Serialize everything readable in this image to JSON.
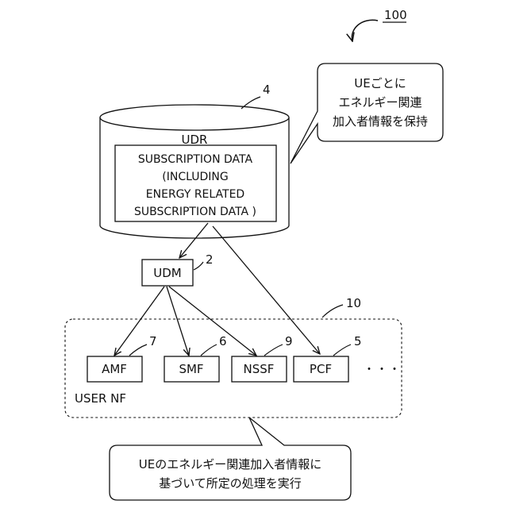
{
  "figure_ref": "100",
  "udr": {
    "ref": "4",
    "label": "UDR",
    "subscription_lines": [
      "SUBSCRIPTION DATA",
      "(INCLUDING",
      "ENERGY RELATED",
      "SUBSCRIPTION DATA )"
    ]
  },
  "udr_callout_lines": [
    "UEごとに",
    "エネルギー関連",
    "加入者情報を保持"
  ],
  "udm": {
    "ref": "2",
    "label": "UDM"
  },
  "user_nf": {
    "ref": "10",
    "label": "USER NF",
    "ellipsis": "・・・",
    "nodes": [
      {
        "label": "AMF",
        "ref": "7"
      },
      {
        "label": "SMF",
        "ref": "6"
      },
      {
        "label": "NSSF",
        "ref": "9"
      },
      {
        "label": "PCF",
        "ref": "5"
      }
    ]
  },
  "bottom_callout_lines": [
    "UEのエネルギー関連加入者情報に",
    "基づいて所定の処理を実行"
  ]
}
